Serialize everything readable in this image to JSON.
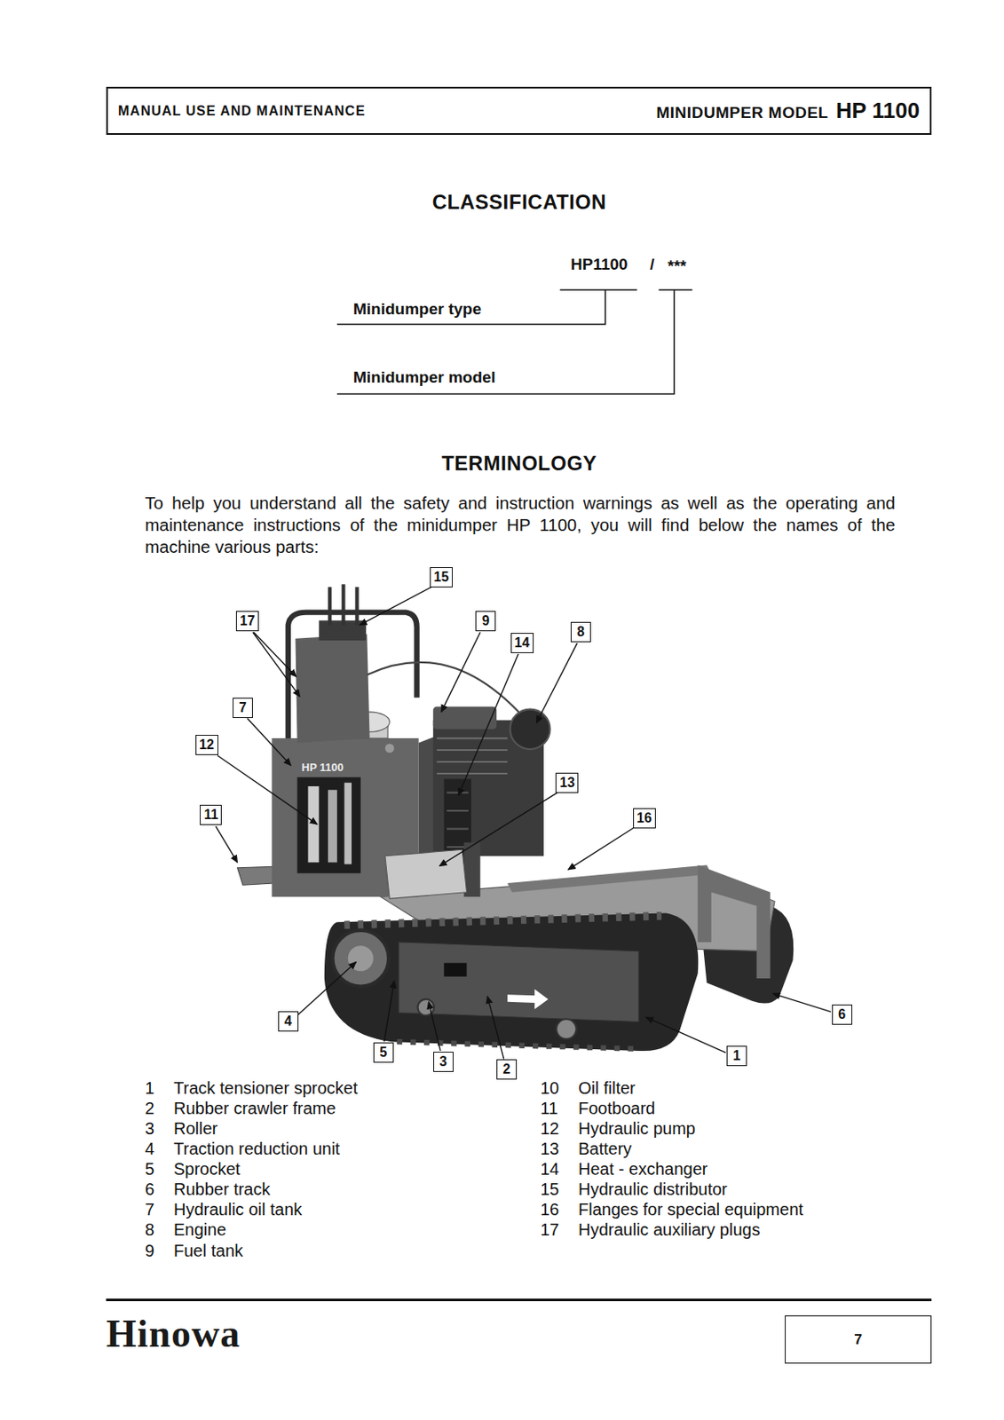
{
  "diagram": {
    "nodes": [
      {
        "text": [
          "MANUAL USE AND MAINTENANCE",
          "MINIDUMPER MODEL",
          "HP 1100"
        ]
      },
      {
        "text": [
          "15"
        ]
      },
      {
        "text": [
          "17"
        ]
      },
      {
        "text": [
          "9"
        ]
      },
      {
        "text": [
          "14"
        ]
      },
      {
        "text": [
          "8"
        ]
      },
      {
        "text": [
          "7"
        ]
      },
      {
        "text": [
          "12"
        ]
      },
      {
        "text": [
          "13"
        ]
      },
      {
        "text": [
          "11"
        ]
      },
      {
        "text": [
          "16"
        ]
      },
      {
        "text": [
          "6"
        ]
      },
      {
        "text": [
          "4"
        ]
      },
      {
        "text": [
          "1"
        ]
      },
      {
        "text": [
          "5"
        ]
      },
      {
        "text": [
          "3"
        ]
      },
      {
        "text": [
          "2"
        ]
      },
      {
        "text": [
          "7"
        ]
      }
    ],
    "labels": [
      "CLASSIFICATION",
      "HP1100",
      "/",
      "***",
      "Minidumper type",
      "Minidumper model",
      "TERMINOLOGY",
      "To help you understand all the safety and instruction warnings as well as the operating and maintenance instructions of the minidumper HP 1100, you will find below the names of the machine various parts:",
      "HP 1100",
      "1",
      "Track tensioner sprocket",
      "2",
      "Rubber crawler frame",
      "3",
      "Roller",
      "4",
      "Traction reduction unit",
      "5",
      "Sprocket",
      "6",
      "Rubber track",
      "7",
      "Hydraulic oil tank",
      "8",
      "Engine",
      "9",
      "Fuel tank",
      "10",
      "Oil filter",
      "11",
      "Footboard",
      "12",
      "Hydraulic pump",
      "13",
      "Battery",
      "14",
      "Heat - exchanger",
      "15",
      "Hydraulic distributor",
      "16",
      "Flanges for special equipment",
      "17",
      "Hydraulic auxiliary plugs",
      "Hinowa"
    ]
  }
}
